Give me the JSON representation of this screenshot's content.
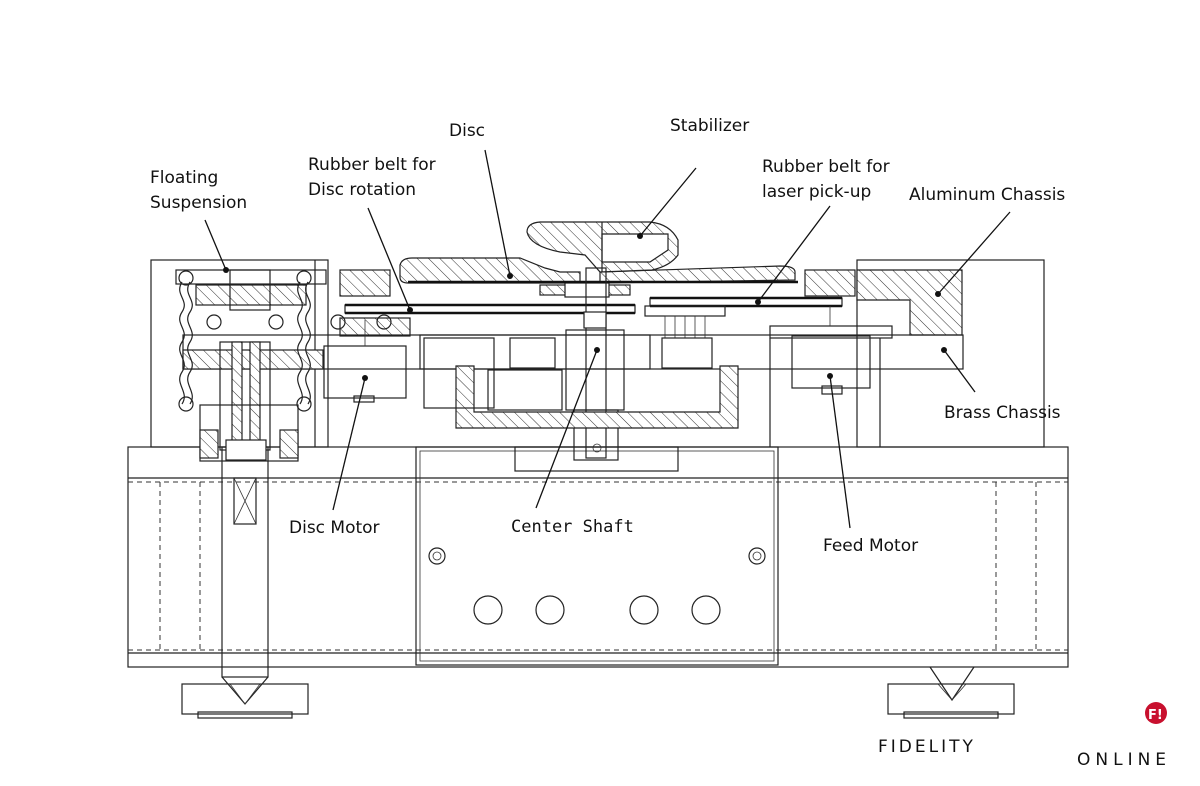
{
  "labels": {
    "floating_suspension_line1": "Floating",
    "floating_suspension_line2": "Suspension",
    "rubber_belt_disc_line1": "Rubber belt for",
    "rubber_belt_disc_line2": "Disc rotation",
    "disc": "Disc",
    "stabilizer": "Stabilizer",
    "rubber_belt_laser_line1": "Rubber belt for",
    "rubber_belt_laser_line2": "laser pick-up",
    "aluminum_chassis": "Aluminum Chassis",
    "brass_chassis": "Brass Chassis",
    "disc_motor": "Disc Motor",
    "center_shaft": "Center Shaft",
    "feed_motor": "Feed Motor"
  },
  "logo": {
    "name": "FIDELITY",
    "sub": "ONLINE",
    "badge": "F!",
    "accent_color": "#c8102e",
    "text_color": "#3a3a3a"
  }
}
